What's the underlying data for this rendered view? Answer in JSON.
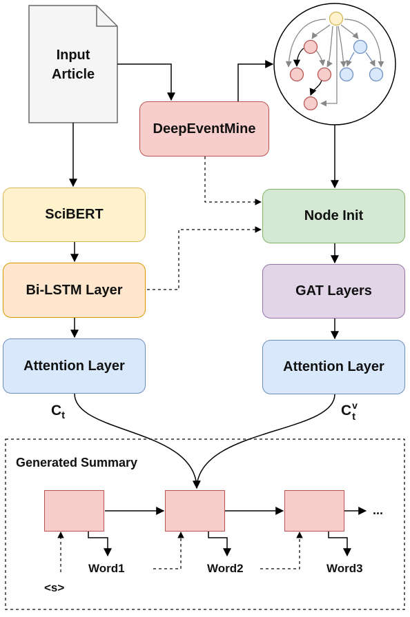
{
  "input": {
    "line1": "Input",
    "line2": "Article"
  },
  "boxes": {
    "deepeventmine": "DeepEventMine",
    "scibert": "SciBERT",
    "bilstm": "Bi-LSTM Layer",
    "attention_left": "Attention Layer",
    "node_init": "Node Init",
    "gat": "GAT Layers",
    "attention_right": "Attention Layer"
  },
  "context": {
    "left_main": "C",
    "left_sub": "t",
    "right_main": "C",
    "right_sub": "t",
    "right_sup": "v"
  },
  "summary": {
    "title": "Generated Summary",
    "start_token": "<s>",
    "words": [
      "Word1",
      "Word2",
      "Word3"
    ],
    "ellipsis": "..."
  },
  "colors": {
    "doc_fill": "#f5f5f5",
    "doc_stroke": "#666666",
    "pink_fill": "#f8cecc",
    "pink_stroke": "#b85450",
    "yellow_fill": "#fff2cc",
    "yellow_stroke": "#d6b656",
    "orange_fill": "#ffe6cc",
    "orange_stroke": "#d79b00",
    "blue_fill": "#dae8fc",
    "blue_stroke": "#6c8ebf",
    "green_fill": "#d5e8d4",
    "green_stroke": "#82b366",
    "purple_fill": "#e1d5e7",
    "purple_stroke": "#9673a6"
  }
}
